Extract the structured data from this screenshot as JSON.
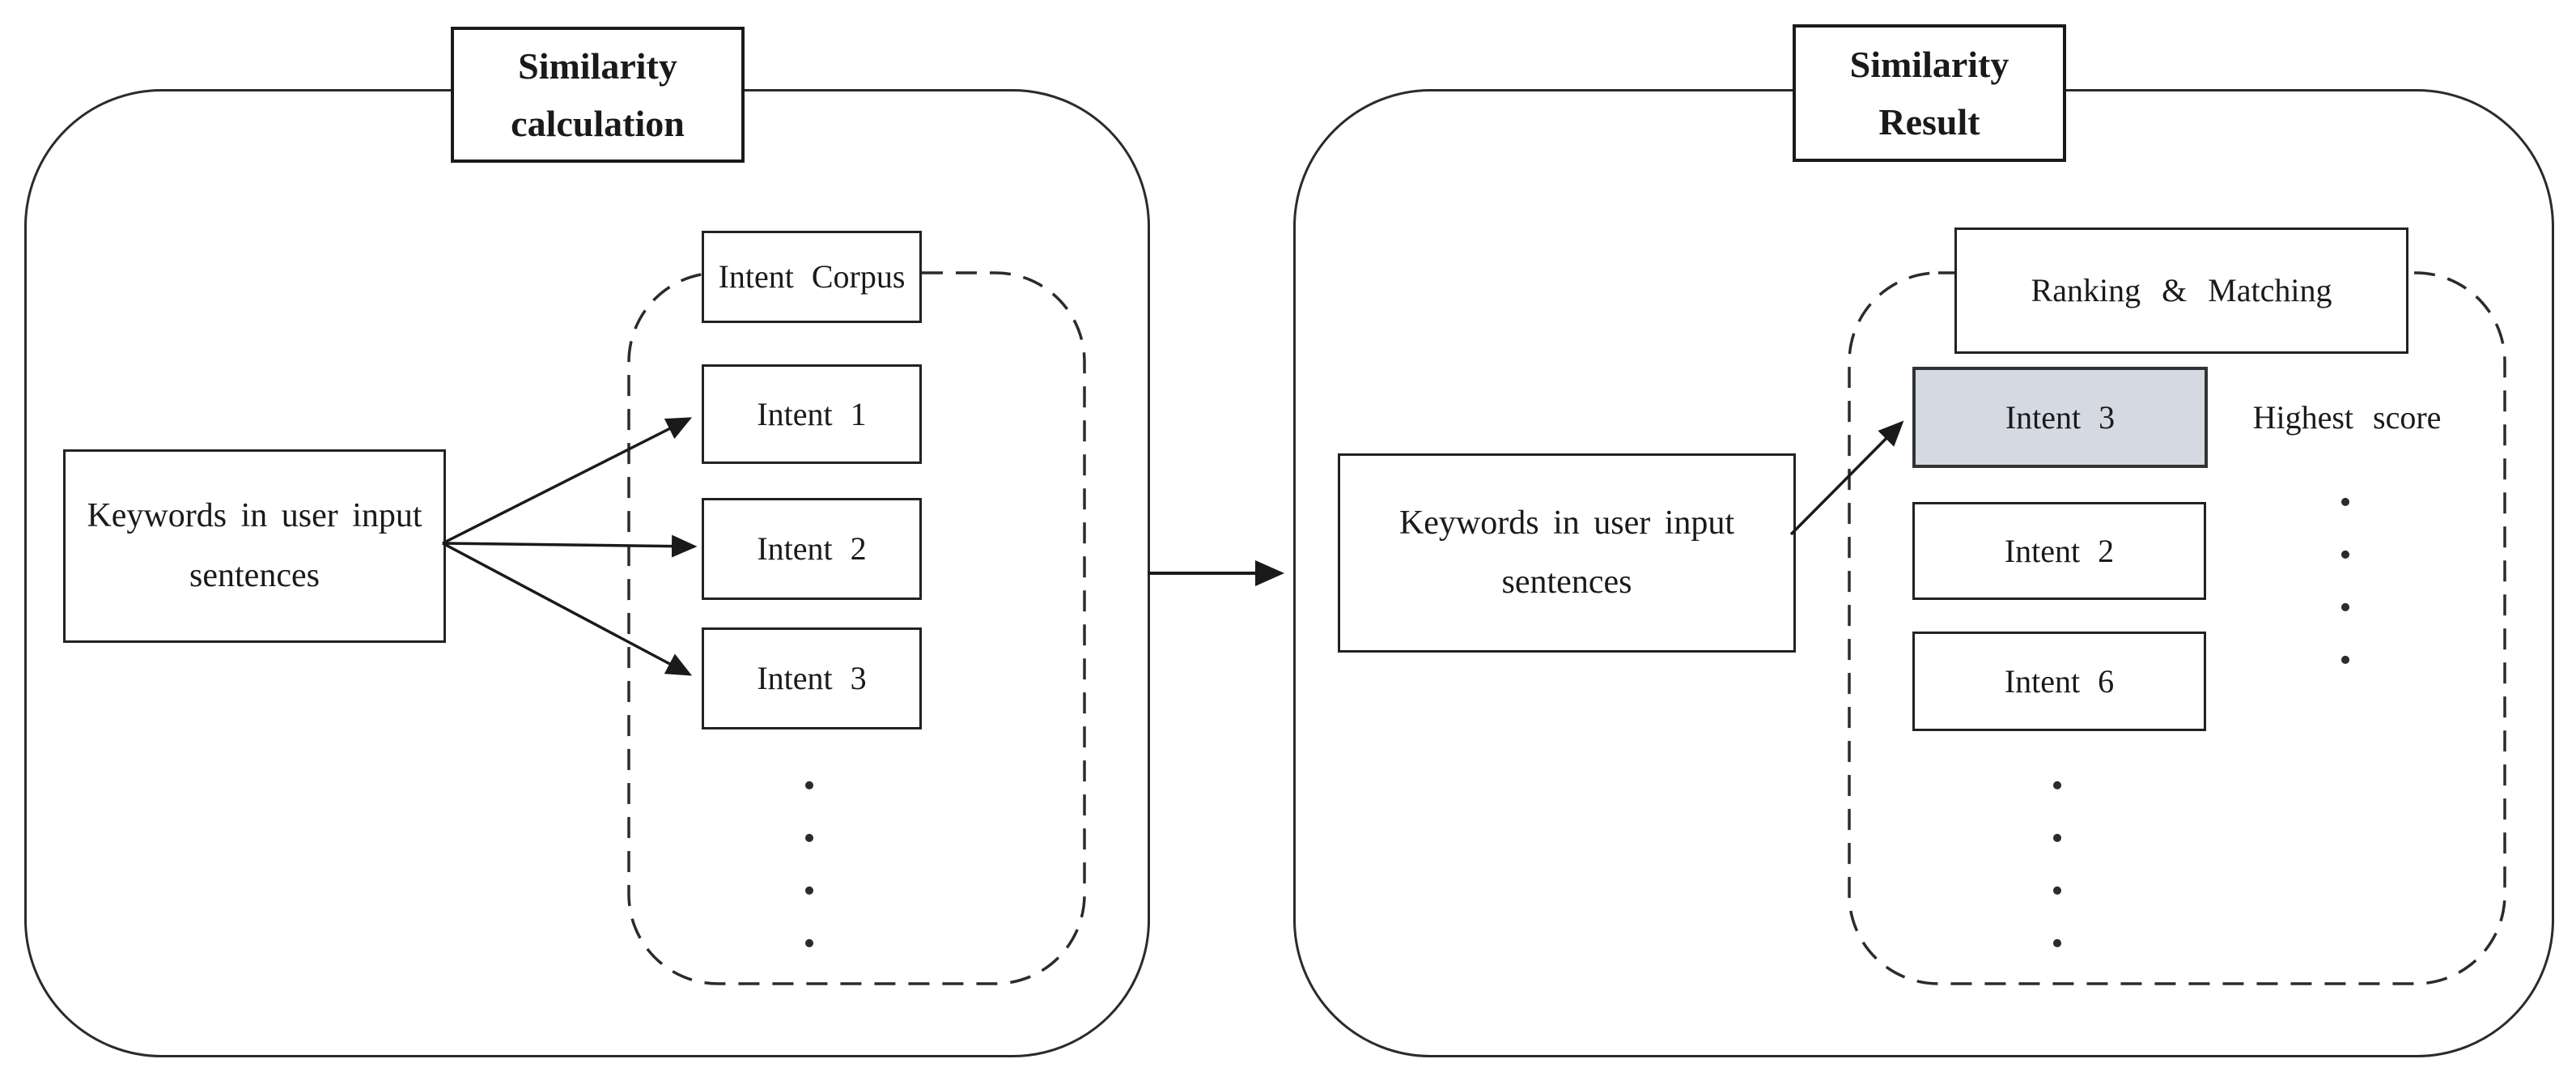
{
  "figure": {
    "left_panel": {
      "title_lines": [
        "Similarity",
        "calculation"
      ],
      "keywords_box_lines": [
        "Keywords in user input",
        "sentences"
      ],
      "corpus_label": "Intent Corpus",
      "intents": [
        "Intent 1",
        "Intent 2",
        "Intent 3"
      ],
      "dots": [
        ".",
        ".",
        ".",
        "."
      ]
    },
    "right_panel": {
      "title_lines": [
        "Similarity",
        "Result"
      ],
      "keywords_box_lines": [
        "Keywords in user input",
        "sentences"
      ],
      "ranking_label": "Ranking & Matching",
      "intents": [
        {
          "label": "Intent 3",
          "highlighted": true
        },
        {
          "label": "Intent 2",
          "highlighted": false
        },
        {
          "label": "Intent 6",
          "highlighted": false
        }
      ],
      "highest_score_label": "Highest score",
      "score_dots": [
        ".",
        ".",
        ".",
        "."
      ],
      "list_dots": [
        ".",
        ".",
        ".",
        "."
      ]
    },
    "colors": {
      "background": "#ffffff",
      "stroke": "#2b2b2b",
      "highlight_fill": "#d4d9e2"
    }
  }
}
